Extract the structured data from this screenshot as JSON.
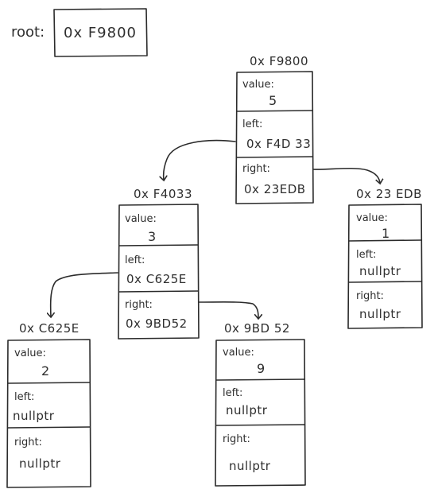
{
  "root": {
    "label": "root:",
    "value": "0x F9800"
  },
  "nodes": {
    "n5": {
      "address": "0x F9800",
      "value_label": "value:",
      "value": "5",
      "left_label": "left:",
      "left": "0x F4D 33",
      "right_label": "right:",
      "right": "0x 23EDB"
    },
    "n3": {
      "address": "0x F4033",
      "value_label": "value:",
      "value": "3",
      "left_label": "left:",
      "left": "0x C625E",
      "right_label": "right:",
      "right": "0x 9BD52"
    },
    "n1": {
      "address": "0x 23 EDB",
      "value_label": "value:",
      "value": "1",
      "left_label": "left:",
      "left": "nullptr",
      "right_label": "right:",
      "right": "nullptr"
    },
    "n2": {
      "address": "0x C625E",
      "value_label": "value:",
      "value": "2",
      "left_label": "left:",
      "left": "nullptr",
      "right_label": "right:",
      "right": "nullptr"
    },
    "n9": {
      "address": "0x 9BD 52",
      "value_label": "value:",
      "value": "9",
      "left_label": "left:",
      "left": "nullptr",
      "right_label": "right:",
      "right": "nullptr"
    }
  }
}
